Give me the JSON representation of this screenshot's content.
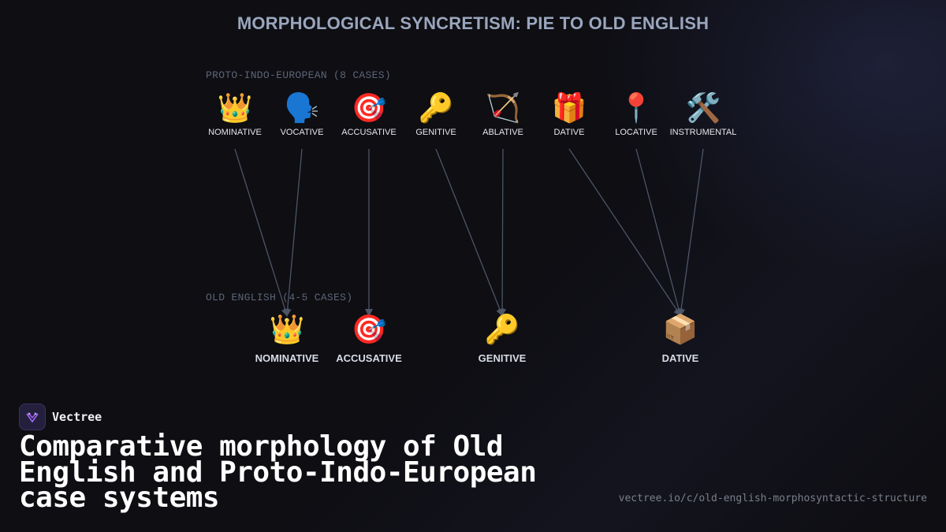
{
  "title": "MORPHOLOGICAL SYNCRETISM: PIE TO OLD ENGLISH",
  "pie": {
    "label": "PROTO-INDO-EUROPEAN (8 CASES)",
    "cases": [
      {
        "id": "nominative",
        "emoji": "👑",
        "label": "NOMINATIVE",
        "icon": "crown-icon"
      },
      {
        "id": "vocative",
        "emoji": "🗣️",
        "label": "VOCATIVE",
        "icon": "speaking-head-icon"
      },
      {
        "id": "accusative",
        "emoji": "🎯",
        "label": "ACCUSATIVE",
        "icon": "target-icon"
      },
      {
        "id": "genitive",
        "emoji": "🔑",
        "label": "GENITIVE",
        "icon": "key-icon"
      },
      {
        "id": "ablative",
        "emoji": "🏹",
        "label": "ABLATIVE",
        "icon": "bow-and-arrow-icon"
      },
      {
        "id": "dative",
        "emoji": "🎁",
        "label": "DATIVE",
        "icon": "gift-icon"
      },
      {
        "id": "locative",
        "emoji": "📍",
        "label": "LOCATIVE",
        "icon": "pin-icon"
      },
      {
        "id": "instrumental",
        "emoji": "🛠️",
        "label": "INSTRUMENTAL",
        "icon": "tools-icon"
      }
    ]
  },
  "oe": {
    "label": "OLD ENGLISH (4-5 CASES)",
    "cases": [
      {
        "id": "nominative",
        "emoji": "👑",
        "label": "NOMINATIVE",
        "icon": "crown-icon"
      },
      {
        "id": "accusative",
        "emoji": "🎯",
        "label": "ACCUSATIVE",
        "icon": "target-icon"
      },
      {
        "id": "genitive",
        "emoji": "🔑",
        "label": "GENITIVE",
        "icon": "key-icon"
      },
      {
        "id": "dative",
        "emoji": "📦",
        "label": "DATIVE",
        "icon": "package-icon"
      }
    ]
  },
  "mappings": [
    {
      "from": "nominative",
      "to": "nominative"
    },
    {
      "from": "vocative",
      "to": "nominative"
    },
    {
      "from": "accusative",
      "to": "accusative"
    },
    {
      "from": "genitive",
      "to": "genitive"
    },
    {
      "from": "ablative",
      "to": "genitive"
    },
    {
      "from": "dative",
      "to": "dative"
    },
    {
      "from": "locative",
      "to": "dative"
    },
    {
      "from": "instrumental",
      "to": "dative"
    }
  ],
  "colors": {
    "background": "#0e0e13",
    "title": "#9aa6bd",
    "link": "#4d5566",
    "group_label": "#5d6577"
  },
  "brand": {
    "name": "Vectree",
    "logo_icon": "vectree-logo-icon"
  },
  "headline": "Comparative morphology of Old English and Proto-Indo-European case systems",
  "url": "vectree.io/c/old-english-morphosyntactic-structure"
}
